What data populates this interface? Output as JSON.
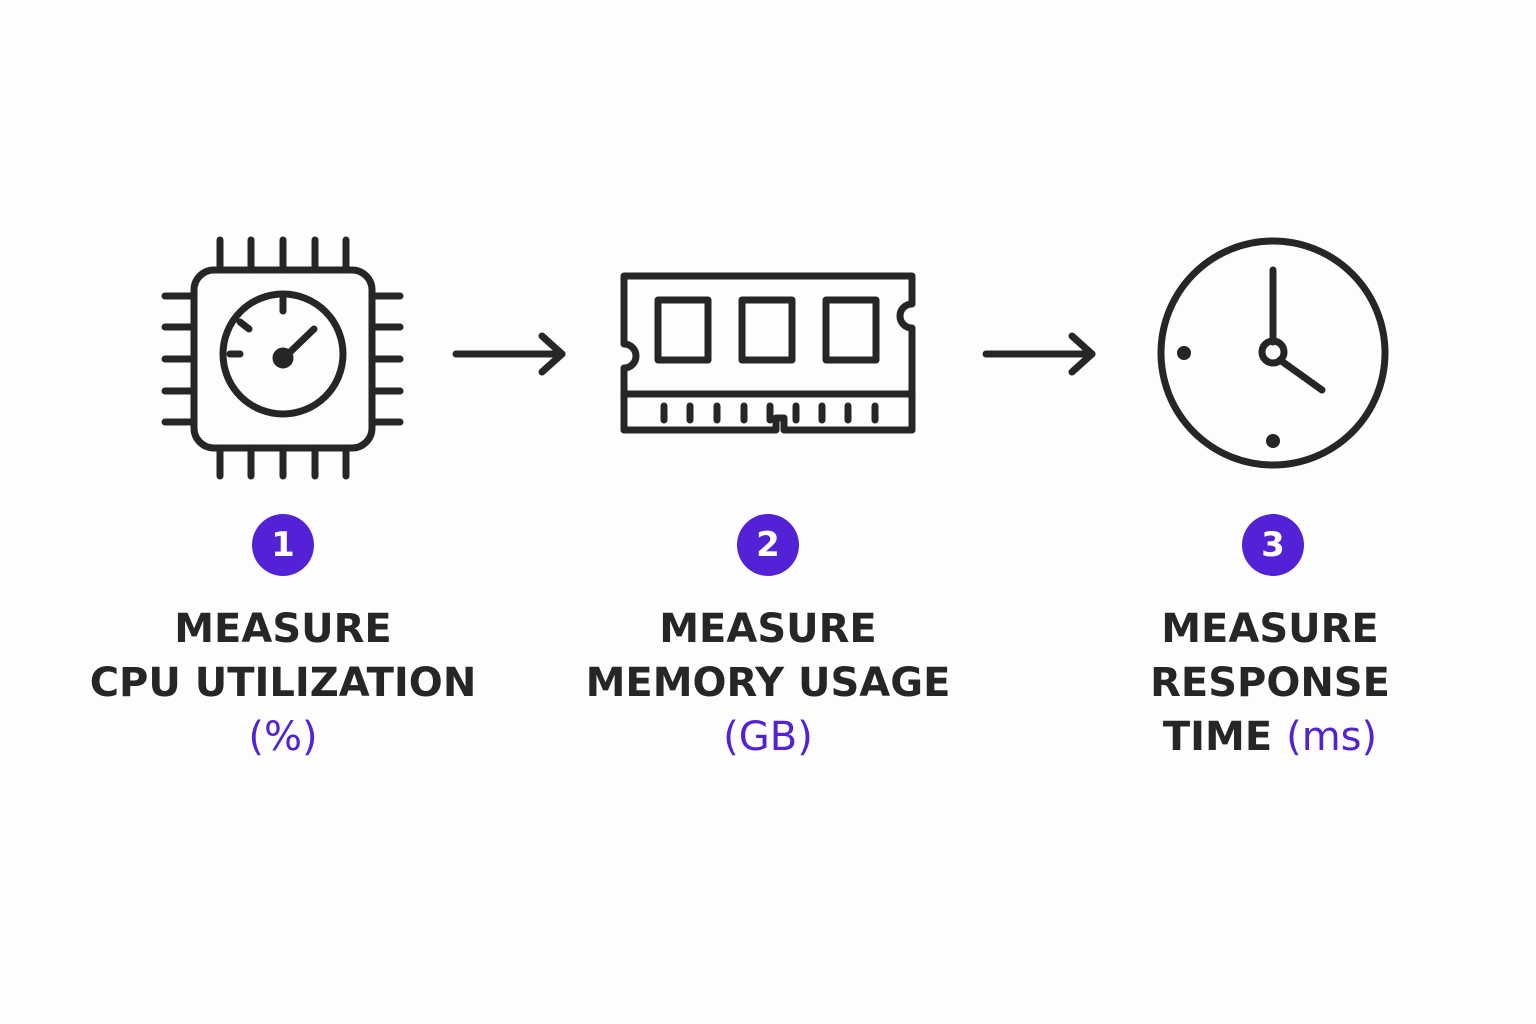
{
  "colors": {
    "accent": "#5422d6",
    "ink": "#262626",
    "background": "#fdfdfd"
  },
  "steps": [
    {
      "number": "1",
      "icon": "cpu-gauge-icon",
      "line1": "MEASURE",
      "line2": "CPU UTILIZATION",
      "line3_text": "",
      "unit": "(%)"
    },
    {
      "number": "2",
      "icon": "memory-module-icon",
      "line1": "MEASURE",
      "line2": "MEMORY USAGE",
      "line3_text": "",
      "unit": "(GB)"
    },
    {
      "number": "3",
      "icon": "clock-icon",
      "line1": "MEASURE",
      "line2": "RESPONSE",
      "line3_text": "TIME",
      "unit": "(ms)"
    }
  ]
}
